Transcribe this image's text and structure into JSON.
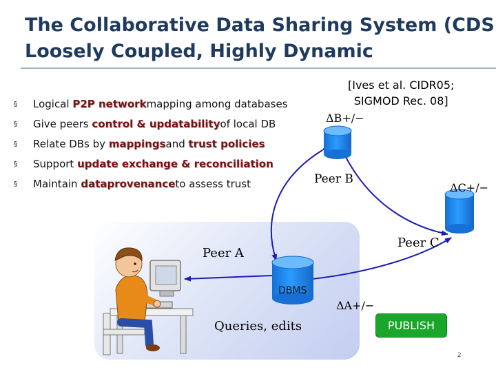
{
  "title": {
    "line1": "The Collaborative Data Sharing System (CDS",
    "line2": "Loosely Coupled, Highly Dynamic"
  },
  "bullets": [
    {
      "pre": "Logical ",
      "hl": "P2P network",
      "post": "mapping among databases"
    },
    {
      "pre": "Give peers ",
      "hl": "control & updatability",
      "post": "of local DB"
    },
    {
      "pre": "Relate DBs by ",
      "hl": "mappings",
      "mid": "and ",
      "hl2": "trust policies"
    },
    {
      "pre": "Support ",
      "hl": "update exchange & reconciliation"
    },
    {
      "pre": "Maintain ",
      "hl": "dataprovenance",
      "post": "to assess trust"
    }
  ],
  "bullet_marker": "§",
  "citation": {
    "line1": "[Ives et al. CIDR05;",
    "line2": "SIGMOD Rec. 08]"
  },
  "peers": {
    "b": {
      "label": "Peer B",
      "delta": "ΔB+/−"
    },
    "c": {
      "label": "Peer C",
      "delta": "ΔC+/−"
    },
    "a": {
      "label": "Peer A",
      "delta": "ΔA+/−"
    }
  },
  "dbms_label": "DBMS",
  "queries_label": "Queries, edits",
  "publish_label": "PUBLISH",
  "page_number": "2",
  "colors": {
    "title": "#1f3a5f",
    "highlight": "#7a1010",
    "cylinder": "#1e90ff",
    "arrow": "#1c1cb0",
    "publish": "#1aa62a"
  },
  "icons": [
    "user-at-computer-icon",
    "database-cylinder-icon"
  ]
}
